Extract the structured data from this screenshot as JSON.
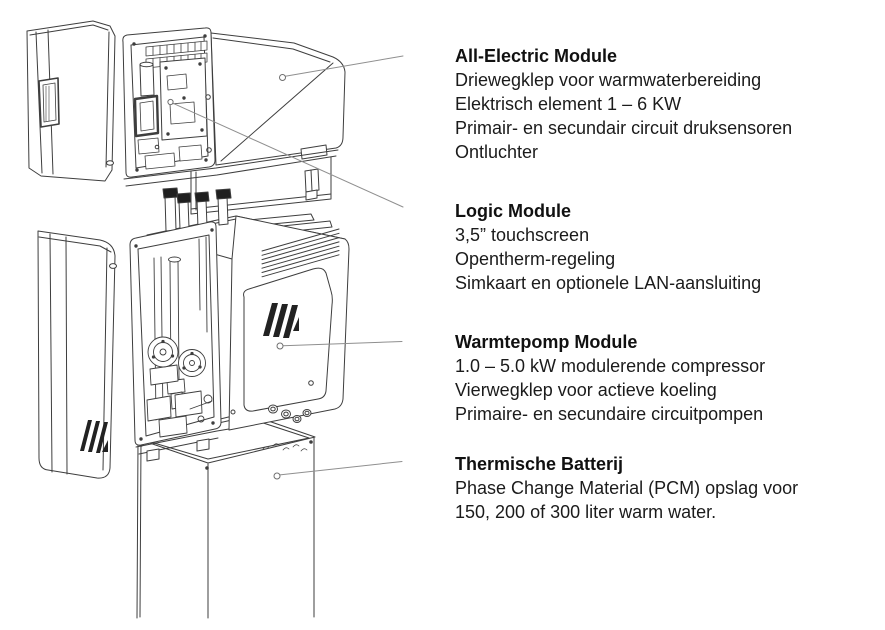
{
  "page": {
    "kind": "exploded-view product diagram",
    "language": "nl"
  },
  "colors": {
    "background": "#ffffff",
    "text": "#1b1b1b",
    "line_art": "#3e3e3e",
    "leader_line": "#8f8f8f",
    "logo_fill": "#222222",
    "pipe_cap_fill": "#1f1f1f"
  },
  "illustration": {
    "parts": [
      {
        "name": "front-panel-top",
        "description": "detached front cover with window cutout"
      },
      {
        "name": "all-electric-module",
        "description": "upper module with open electronics bay"
      },
      {
        "name": "plinth",
        "description": "spacer base under upper module"
      },
      {
        "name": "front-panel-bottom",
        "description": "detached front cover with logo"
      },
      {
        "name": "heatpump-module",
        "description": "middle module with pipes, pumps, vents and logo shield"
      },
      {
        "name": "thermal-battery",
        "description": "tall bottom cabinet"
      }
    ],
    "leader_count": 4
  },
  "sections": [
    {
      "id": "all-electric-module",
      "title": "All-Electric Module",
      "lines": [
        "Driewegklep voor warmwaterbereiding",
        "Elektrisch element 1 – 6 KW",
        "Primair- en secundair circuit druksensoren",
        "Ontluchter"
      ]
    },
    {
      "id": "logic-module",
      "title": "Logic Module",
      "lines": [
        "3,5” touchscreen",
        "Opentherm-regeling",
        "Simkaart en optionele LAN-aansluiting"
      ]
    },
    {
      "id": "warmtepomp-module",
      "title": "Warmtepomp Module",
      "lines": [
        "1.0 – 5.0 kW modulerende compressor",
        "Vierwegklep voor actieve koeling",
        "Primaire- en secundaire circuitpompen"
      ]
    },
    {
      "id": "thermische-batterij",
      "title": "Thermische Batterij",
      "lines": [
        "Phase Change Material (PCM) opslag voor",
        "150, 200 of 300 liter warm water."
      ]
    }
  ]
}
